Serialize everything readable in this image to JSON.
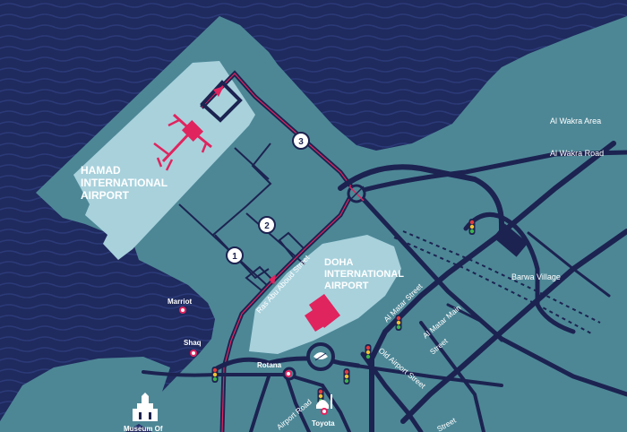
{
  "colors": {
    "sea": "#1f2a5e",
    "land": "#4d8796",
    "airport_light": "#a8d1dc",
    "road": "#1c2350",
    "accent": "#e0245e",
    "white": "#ffffff"
  },
  "airports": {
    "hamad": {
      "line1": "HAMAD",
      "line2": "INTERNATIONAL",
      "line3": "AIRPORT"
    },
    "doha": {
      "line1": "DOHA",
      "line2": "INTERNATIONAL",
      "line3": "AIRPORT"
    }
  },
  "streets": {
    "ras_abu_aboud": "Ras Abu Aboud Street",
    "al_matar": "Al Matar Street",
    "al_matar_main_1": "Al Matar Main",
    "al_matar_main_2": "Street",
    "old_airport": "Old Airport Street",
    "airport_road": "Airport Road",
    "street_bottom": "Street"
  },
  "places": {
    "al_wakra_area": "Al Wakra Area",
    "al_wakra_road": "Al Wakra Road",
    "barwa_village": "Barwa Village",
    "marriot": "Marriot",
    "shaq": "Shaq",
    "rotana": "Rotana",
    "toyota": "Toyota",
    "museum": "Museum Of"
  },
  "markers": [
    "1",
    "2",
    "3"
  ],
  "icons": {
    "plane": "plane-icon",
    "traffic_light": "traffic-light-icon",
    "museum": "museum-icon",
    "mosque": "mosque-icon",
    "emblem": "emblem-icon",
    "hotel_dot": "location-dot-icon"
  }
}
